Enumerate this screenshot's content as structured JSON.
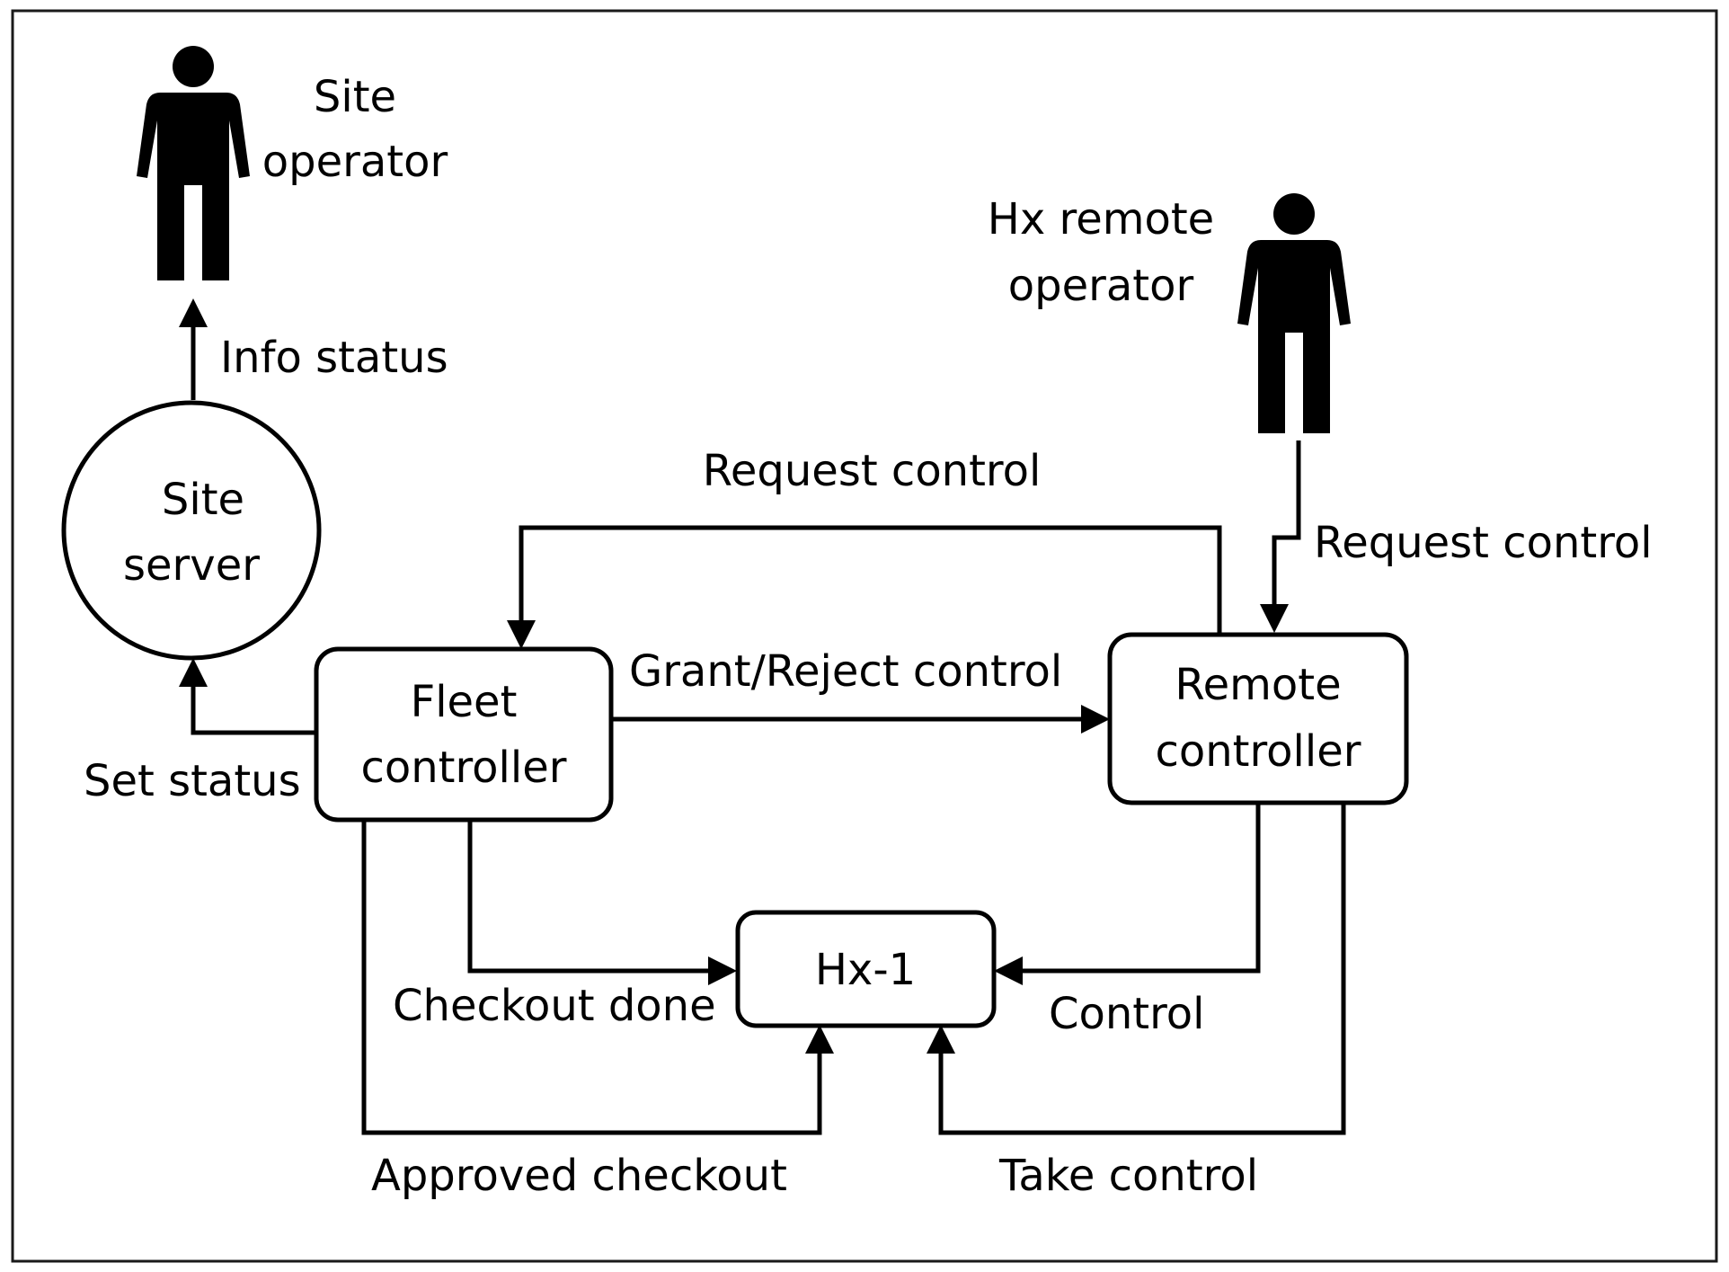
{
  "actors": {
    "site_operator": [
      "Site",
      "operator"
    ],
    "hx_remote_operator": [
      "Hx remote",
      "operator"
    ]
  },
  "nodes": {
    "site_server": [
      "Site",
      "server"
    ],
    "fleet_controller": [
      "Fleet",
      "controller"
    ],
    "remote_controller": [
      "Remote",
      "controller"
    ],
    "hx1": "Hx-1"
  },
  "edges": {
    "info_status": "Info status",
    "set_status": "Set status",
    "request_control_top": "Request control",
    "request_control_operator": "Request control",
    "grant_reject_control": "Grant/Reject control",
    "checkout_done": "Checkout done",
    "approved_checkout": "Approved checkout",
    "control": "Control",
    "take_control": "Take control"
  },
  "colors": {
    "stroke": "#000000",
    "background": "#ffffff"
  }
}
